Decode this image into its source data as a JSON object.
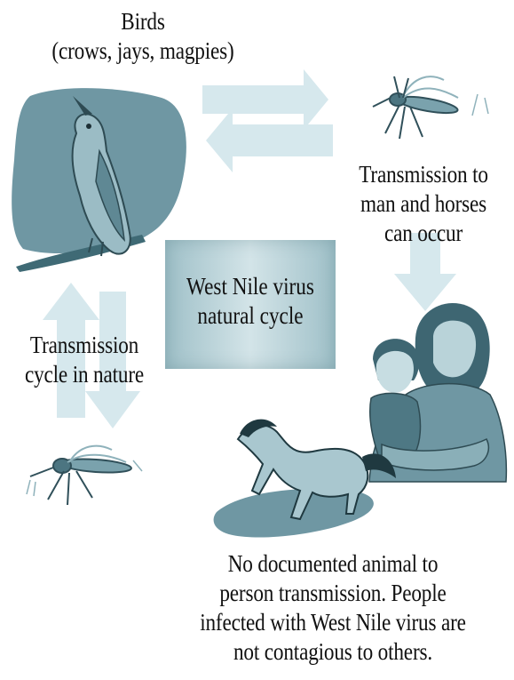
{
  "labels": {
    "birds_title": "Birds",
    "birds_examples": "(crows, jays, magpies)",
    "transmission_line1": "Transmission to",
    "transmission_line2": "man and horses",
    "transmission_line3": "can occur",
    "cycle_line1": "Transmission",
    "cycle_line2": "cycle in nature",
    "center_line1": "West Nile virus",
    "center_line2": "natural cycle",
    "note_line1": "No documented animal to",
    "note_line2": "person transmission. People",
    "note_line3": "infected with West Nile virus are",
    "note_line4": "not contagious to others."
  },
  "icons": [
    "bird-icon",
    "mosquito-icon",
    "mother-child-icon",
    "horse-icon",
    "arrow-icon"
  ],
  "colors": {
    "arrow": "#d6e8ed",
    "blob": "#6f97a3",
    "illustration": "#5d8793",
    "illustration_dark": "#243f47",
    "center_box": "#b9d3d9"
  }
}
